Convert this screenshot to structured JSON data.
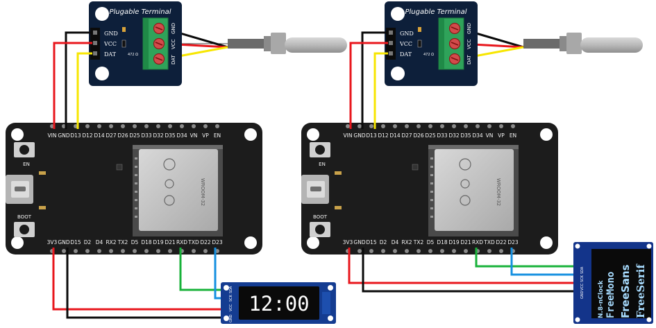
{
  "terminal_module": {
    "title": "Plugable Terminal",
    "pad_labels": [
      "GND",
      "VCC",
      "DAT"
    ],
    "resistor_label": "472 Ω",
    "screw_labels": [
      "GND",
      "VCC",
      "DAT"
    ]
  },
  "esp32": {
    "top_pins": [
      "VIN",
      "GND",
      "D13",
      "D12",
      "D14",
      "D27",
      "D26",
      "D25",
      "D33",
      "D32",
      "D35",
      "D34",
      "VN",
      "VP",
      "EN"
    ],
    "bottom_pins": [
      "3V3",
      "GND",
      "D15",
      "D2",
      "D4",
      "RX2",
      "TX2",
      "D5",
      "D18",
      "D19",
      "D21",
      "RXD",
      "TXD",
      "D22",
      "D23"
    ],
    "en_label": "EN",
    "boot_label": "BOOT",
    "module_name": "WROOM-32"
  },
  "clock_display": {
    "time_text": "12:00",
    "pin_labels": [
      "GND",
      "VCC",
      "SCK",
      "SDA"
    ]
  },
  "oled_display": {
    "lines": [
      "N.8-nClock",
      "FreeMono",
      "FreeSans",
      "FreeSerif"
    ],
    "pin_labels": [
      "GND",
      "VCC",
      "SCK",
      "SDA"
    ]
  },
  "colors": {
    "board": "#1c1c1c",
    "pcb_blue": "#0d1f3a",
    "wire_red": "#e8161c",
    "wire_black": "#0a0a0a",
    "wire_yellow": "#f7e600",
    "wire_green": "#18b23a",
    "wire_blue": "#1590e0",
    "oled_text": "#a8dcff"
  }
}
